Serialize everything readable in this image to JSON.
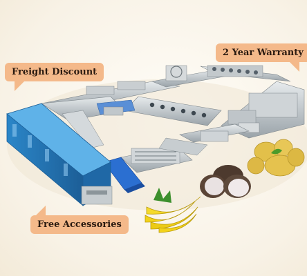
{
  "labels": {
    "freight": "Freight Discount",
    "warranty": "2 Year Warranty",
    "accessories": "Free Accessories"
  },
  "colors": {
    "bubble": "#f4b98a",
    "dryer_body": "#2f8fd0",
    "steel": "#b8bfc4",
    "belt_blue": "#1f63c4",
    "potato": "#e2c04a",
    "banana": "#f2d21a",
    "taro": "#5a4436"
  }
}
